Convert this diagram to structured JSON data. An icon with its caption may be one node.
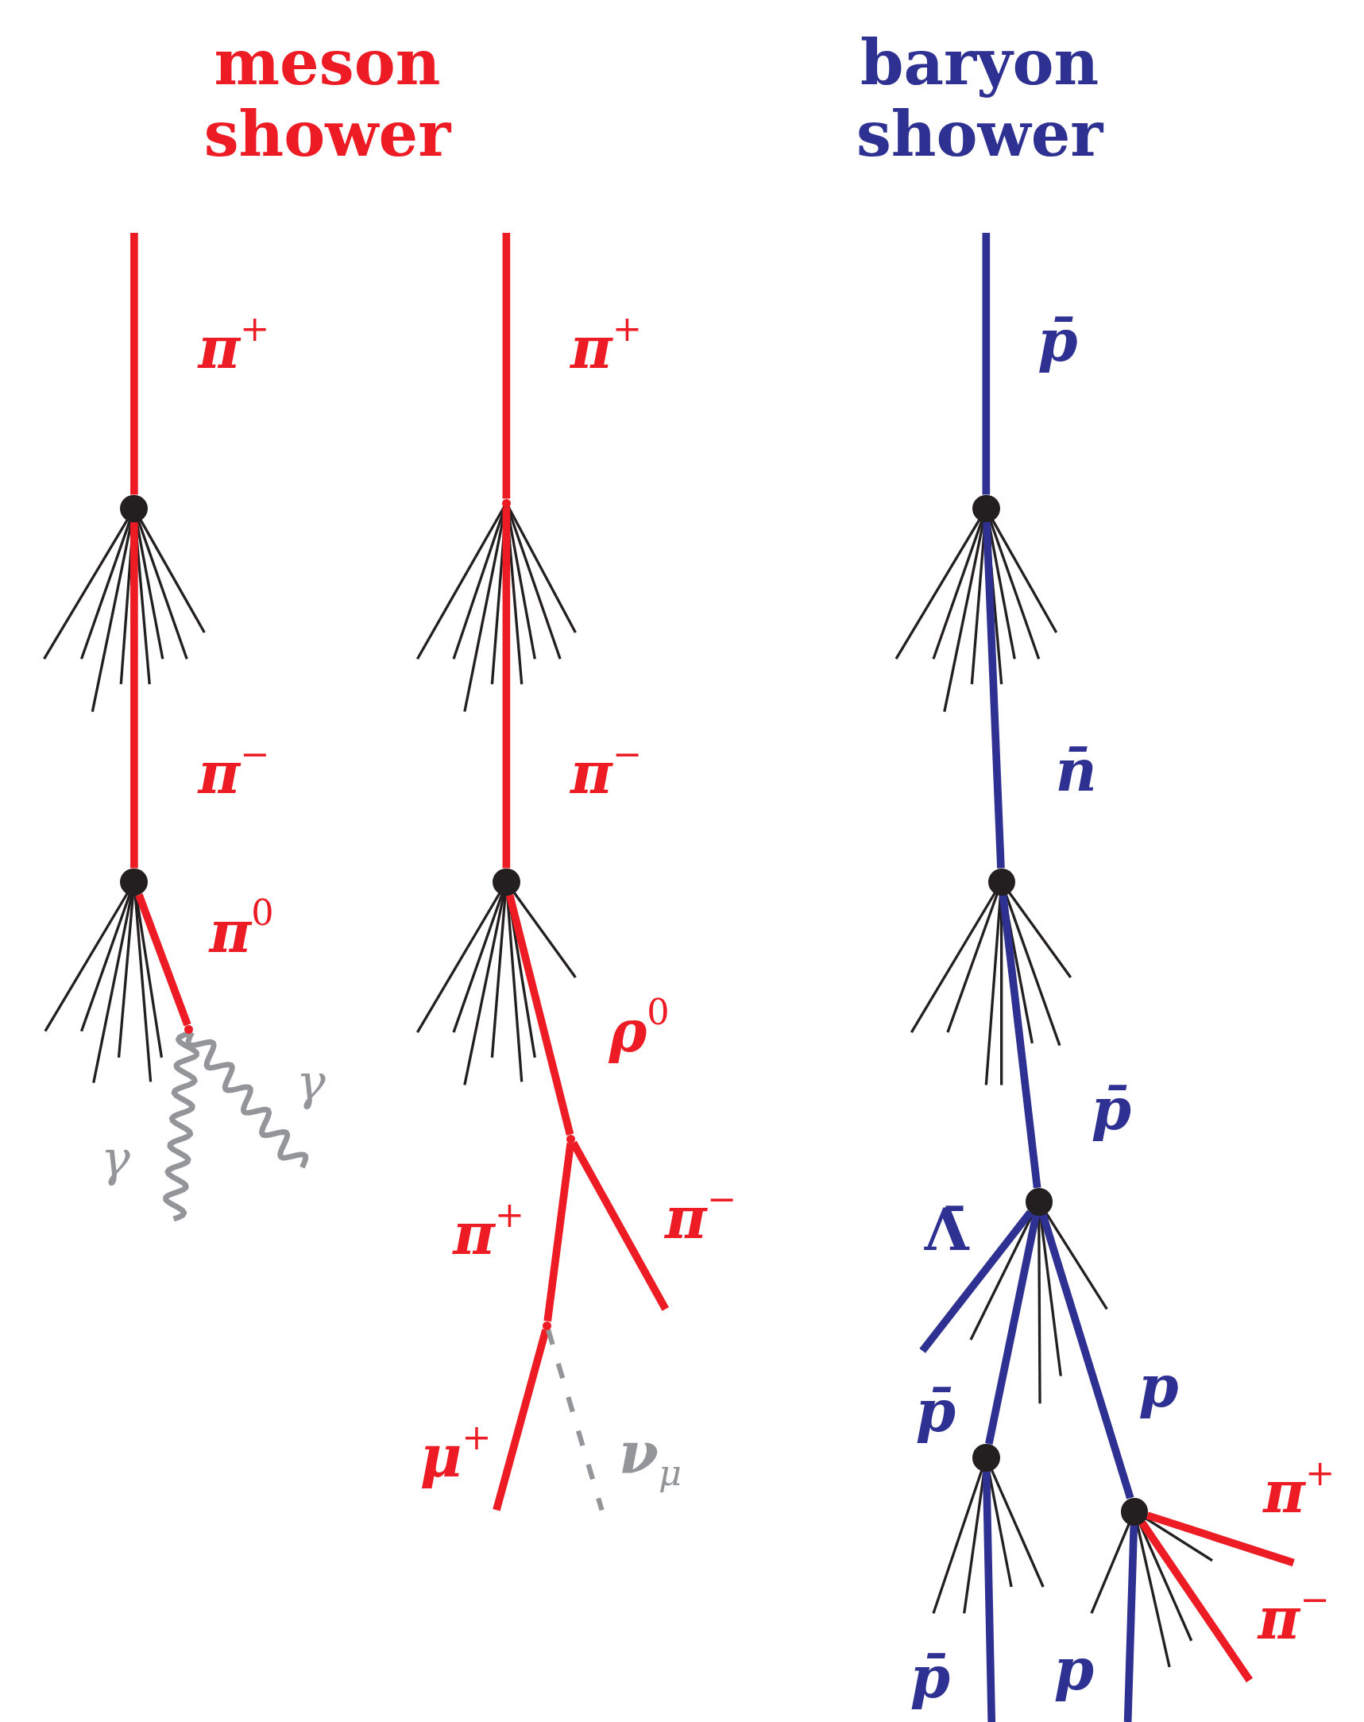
{
  "diagram": {
    "nodes": [
      {
        "text": [],
        "shape": "circle"
      },
      {
        "text": [],
        "shape": "circle"
      },
      {
        "text": [],
        "shape": "point"
      },
      {
        "text": [],
        "shape": "point"
      },
      {
        "text": [],
        "shape": "circle"
      },
      {
        "text": [],
        "shape": "point"
      },
      {
        "text": [],
        "shape": "point"
      },
      {
        "text": [],
        "shape": "circle"
      },
      {
        "text": [],
        "shape": "circle"
      },
      {
        "text": [],
        "shape": "circle"
      },
      {
        "text": [],
        "shape": "circle"
      },
      {
        "text": [],
        "shape": "circle"
      }
    ],
    "edges": [
      {
        "from": null,
        "to": 0,
        "arrow": "none",
        "label": "π$^{+}$"
      },
      {
        "from": 0,
        "to": 1,
        "arrow": "none",
        "label": "π$^{−}$"
      },
      {
        "from": 1,
        "to": 2,
        "arrow": "none",
        "label": "π$^{0}$"
      },
      {
        "from": 2,
        "to": null,
        "arrow": "none",
        "label": "γ",
        "color": "#939598"
      },
      {
        "from": 2,
        "to": null,
        "arrow": "none",
        "label": "γ",
        "color": "#939598"
      },
      {
        "from": null,
        "to": 3,
        "arrow": "none",
        "label": "π$^{+}$"
      },
      {
        "from": 3,
        "to": 4,
        "arrow": "none",
        "label": "π$^{−}$"
      },
      {
        "from": 4,
        "to": 5,
        "arrow": "none",
        "label": "ρ$^{0}$"
      },
      {
        "from": 5,
        "to": 6,
        "arrow": "none",
        "label": "π$^{+}$"
      },
      {
        "from": 5,
        "to": null,
        "arrow": "none",
        "label": "π$^{−}$"
      },
      {
        "from": 6,
        "to": null,
        "arrow": "none",
        "label": "μ$^{+}$"
      },
      {
        "from": 6,
        "to": null,
        "arrow": "none",
        "label": "ν$_{μ}$",
        "style": "dashed",
        "color": "#939598"
      },
      {
        "from": null,
        "to": 7,
        "arrow": "none",
        "label": "p̄",
        "color": "#2e3192"
      },
      {
        "from": 7,
        "to": 8,
        "arrow": "none",
        "label": "n̄",
        "color": "#2e3192"
      },
      {
        "from": 8,
        "to": 9,
        "arrow": "none",
        "label": "p̄",
        "color": "#2e3192"
      },
      {
        "from": 9,
        "to": null,
        "arrow": "none",
        "label": "Λ̄",
        "color": "#2e3192"
      },
      {
        "from": 9,
        "to": 10,
        "arrow": "none",
        "label": "p̄",
        "color": "#2e3192"
      },
      {
        "from": 9,
        "to": 11,
        "arrow": "none",
        "label": "p",
        "color": "#2e3192"
      },
      {
        "from": 10,
        "to": null,
        "arrow": "none",
        "label": "p̄",
        "color": "#2e3192"
      },
      {
        "from": 11,
        "to": null,
        "arrow": "none",
        "label": "p",
        "color": "#2e3192"
      },
      {
        "from": 11,
        "to": null,
        "arrow": "none",
        "label": "π$^{+}$"
      },
      {
        "from": 11,
        "to": null,
        "arrow": "none",
        "label": "π$^{−}$"
      }
    ],
    "labels": [
      "meson shower",
      "baryon shower"
    ]
  }
}
